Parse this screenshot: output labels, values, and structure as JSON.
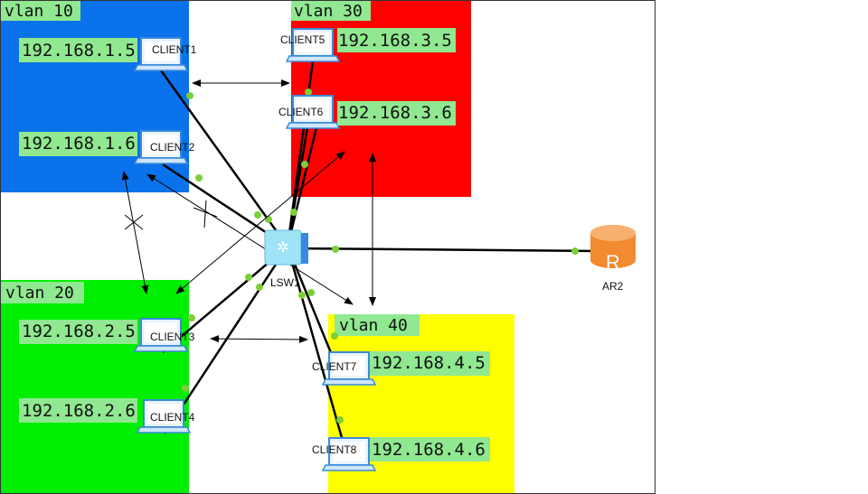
{
  "vlans": [
    {
      "label": "vlan 10",
      "color": "#0a72ea"
    },
    {
      "label": "vlan 30",
      "color": "#ff0000"
    },
    {
      "label": "vlan 20",
      "color": "#00ee00"
    },
    {
      "label": "vlan 40",
      "color": "#ffff00"
    }
  ],
  "clients": [
    {
      "name": "CLIENT1",
      "ip": "192.168.1.5"
    },
    {
      "name": "CLIENT2",
      "ip": "192.168.1.6"
    },
    {
      "name": "CLIENT5",
      "ip": "192.168.3.5"
    },
    {
      "name": "CLIENT6",
      "ip": "192.168.3.6"
    },
    {
      "name": "CLIENT3",
      "ip": "192.168.2.5"
    },
    {
      "name": "CLIENT4",
      "ip": "192.168.2.6"
    },
    {
      "name": "CLIENT7",
      "ip": "192.168.4.5"
    },
    {
      "name": "CLIENT8",
      "ip": "192.168.4.6"
    }
  ],
  "switch": {
    "name": "LSW1"
  },
  "router": {
    "name": "AR2"
  },
  "label_bg": "#90e890"
}
